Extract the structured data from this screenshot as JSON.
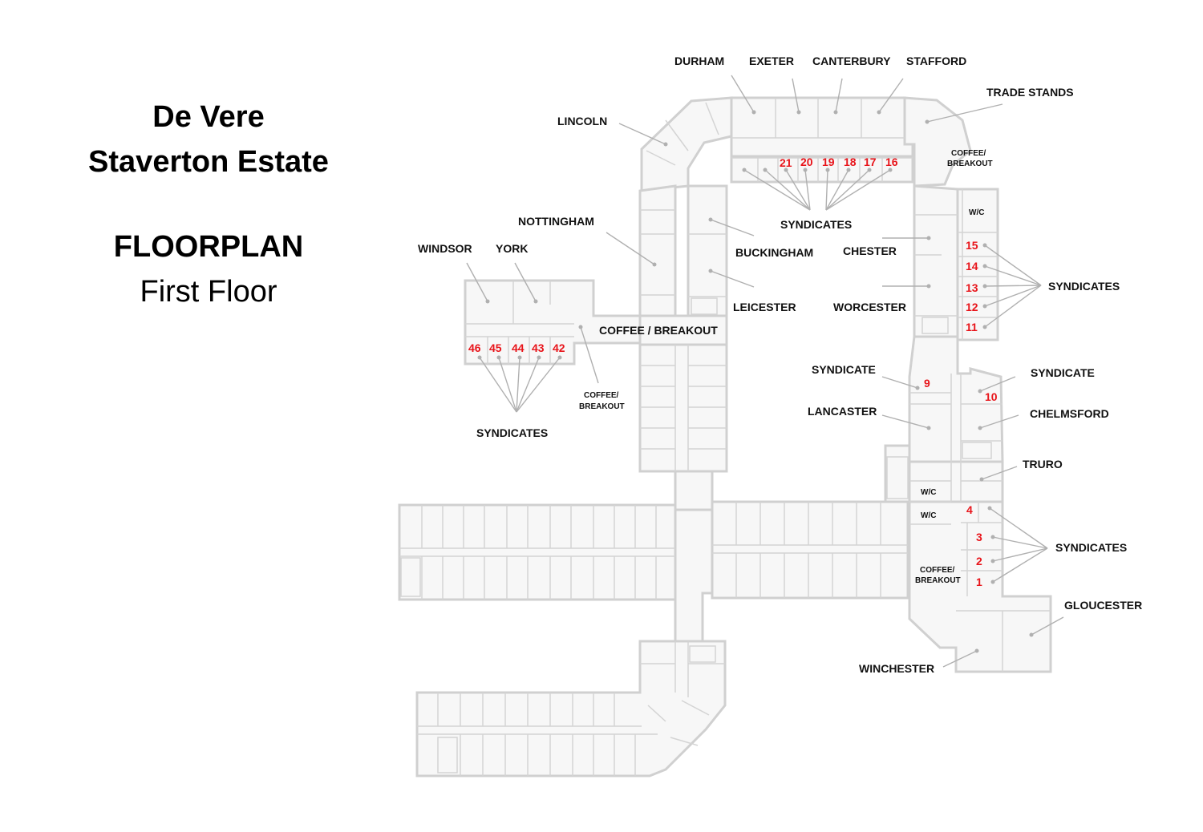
{
  "title": {
    "line1": "De Vere",
    "line2": "Staverton Estate",
    "line3": "FLOORPLAN",
    "line4": "First Floor"
  },
  "labels": {
    "durham": "DURHAM",
    "exeter": "EXETER",
    "canterbury": "CANTERBURY",
    "stafford": "STAFFORD",
    "trade_stands": "TRADE STANDS",
    "lincoln": "LINCOLN",
    "coffee_top_1": "COFFEE/",
    "coffee_top_2": "BREAKOUT",
    "syndicates_top": "SYNDICATES",
    "nottingham": "NOTTINGHAM",
    "buckingham": "BUCKINGHAM",
    "chester": "CHESTER",
    "wc_right": "W/C",
    "windsor": "WINDSOR",
    "york": "YORK",
    "syndicates_right": "SYNDICATES",
    "leicester": "LEICESTER",
    "worcester": "WORCESTER",
    "coffee_breakout_center": "COFFEE / BREAKOUT",
    "syndicate_9_label": "SYNDICATE",
    "syndicate_10_label": "SYNDICATE",
    "coffee_left_1": "COFFEE/",
    "coffee_left_2": "BREAKOUT",
    "lancaster": "LANCASTER",
    "chelmsford": "CHELMSFORD",
    "syndicates_left": "SYNDICATES",
    "truro": "TRURO",
    "wc_1": "W/C",
    "wc_2": "W/C",
    "syndicates_bottom": "SYNDICATES",
    "coffee_bottom_1": "COFFEE/",
    "coffee_bottom_2": "BREAKOUT",
    "gloucester": "GLOUCESTER",
    "winchester": "WINCHESTER"
  },
  "room_numbers": {
    "r21": "21",
    "r20": "20",
    "r19": "19",
    "r18": "18",
    "r17": "17",
    "r16": "16",
    "r15": "15",
    "r14": "14",
    "r13": "13",
    "r12": "12",
    "r11": "11",
    "r46": "46",
    "r45": "45",
    "r44": "44",
    "r43": "43",
    "r42": "42",
    "r9": "9",
    "r10": "10",
    "r4": "4",
    "r3": "3",
    "r2": "2",
    "r1": "1"
  },
  "colors": {
    "room_number": "#e8141a",
    "wall": "#d0d0d0",
    "floor": "#f7f7f7",
    "leader": "#b0b0b0"
  }
}
